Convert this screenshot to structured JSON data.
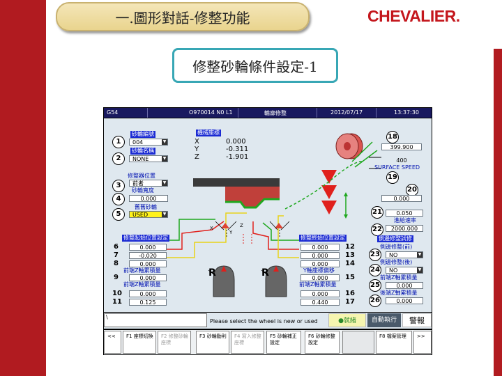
{
  "header": {
    "title": "一.圖形對話-修整功能",
    "logo": "CHEVALIER.",
    "subtitle": "修整砂輪條件設定-1"
  },
  "status_bar": {
    "g_code": "G54",
    "program": "O970014 N0 L1",
    "mode": "輪廓修整",
    "date": "2012/07/17",
    "time": "13:37:30"
  },
  "left_panel": {
    "wheel_no_label": "砂輪編號",
    "wheel_no_value": "004",
    "wheel_name_label": "砂輪名稱",
    "wheel_name_value": "NONE",
    "dresser_pos_label": "修整器位置",
    "dresser_pos_value": "前者",
    "wheel_width_label": "砂輪寬度",
    "wheel_width_value": "0.000",
    "old_wheel_label": "舊舊砂輪",
    "old_wheel_value": "USED",
    "markers": [
      "1",
      "2",
      "3",
      "4",
      "5"
    ]
  },
  "machine_coords": {
    "label": "機械座標",
    "axes": [
      {
        "axis": "X",
        "value": "0.000"
      },
      {
        "axis": "Y",
        "value": "-0.311"
      },
      {
        "axis": "Z",
        "value": "-1.901"
      }
    ]
  },
  "start_pos": {
    "label": "修整起始位置設定",
    "rows": [
      {
        "num": "6",
        "value": "0.000"
      },
      {
        "num": "7",
        "value": "-0.020"
      },
      {
        "num": "8",
        "value": "0.000"
      }
    ],
    "front_z_label": "前端Z軸累積量",
    "front_z_num": "9",
    "front_z_value": "0.000",
    "front_y_label": "前端Z軸累積量",
    "rows2": [
      {
        "num": "10",
        "value": "0.000"
      },
      {
        "num": "11",
        "value": "0.125"
      }
    ]
  },
  "end_pos": {
    "label": "修整終始位置設定",
    "rows": [
      {
        "num": "12",
        "value": "0.000"
      },
      {
        "num": "13",
        "value": "0.000"
      },
      {
        "num": "14",
        "value": "0.000"
      }
    ],
    "y_move_label": "Y軸座標偏移",
    "y_move_num": "15",
    "y_move_value": "0.000",
    "back_z_label": "前端Z軸累積量",
    "rows2": [
      {
        "num": "16",
        "value": "0.000"
      },
      {
        "num": "17",
        "value": "0.440"
      }
    ]
  },
  "right_panel": {
    "m18": "18",
    "v18": "399.900",
    "v_surface": "400",
    "surface_label": "SURFACE SPEED",
    "m19": "19",
    "m20": "20",
    "v20": "0.000",
    "m21": "21",
    "v21": "0.050",
    "feed_label": "進給速率",
    "m22": "22",
    "v22": "2000.000",
    "side_trial_label": "側邊修整試修",
    "side_front_label": "側邊修整(前)",
    "m23": "23",
    "v23": "NO",
    "side_back_label": "側邊修整(後)",
    "m24": "24",
    "v24": "NO",
    "front_z_acc_label": "前端Z軸累積量",
    "m25": "25",
    "v25": "0.000",
    "back_z_acc_label": "後端Z軸累積量",
    "m26": "26",
    "v26": "0.000"
  },
  "diagram": {
    "r_left": "R",
    "r_right": "R",
    "x_label": "X",
    "y_label": "Y",
    "z_label": "Z"
  },
  "message_row": {
    "input_value": "\\",
    "message": "Please select the wheel is new or used",
    "ready": "●就緒",
    "auto_exec": "自動執行",
    "alarm": "警報"
  },
  "fkeys": [
    {
      "label": "<<",
      "disabled": false
    },
    {
      "label": "F1 座標切換",
      "disabled": false
    },
    {
      "label": "F2 修整砂輪座標",
      "disabled": true
    },
    {
      "label": "F3 砂輪動則",
      "disabled": false
    },
    {
      "label": "F4 寫入修整座標",
      "disabled": true
    },
    {
      "label": "F5 砂輪補正設定",
      "disabled": false
    },
    {
      "label": "F6 砂輪修整設定",
      "disabled": false
    },
    {
      "label": "",
      "disabled": true
    },
    {
      "label": "F8 檔案管理",
      "disabled": false
    },
    {
      "label": ">>",
      "disabled": false
    }
  ],
  "colors": {
    "brand_red": "#b11b20",
    "status_bar": "#19195f",
    "pane_bg": "#dfe8ef",
    "label_blue": "#1b2bd3",
    "ready_bg": "#f6f5b0"
  }
}
